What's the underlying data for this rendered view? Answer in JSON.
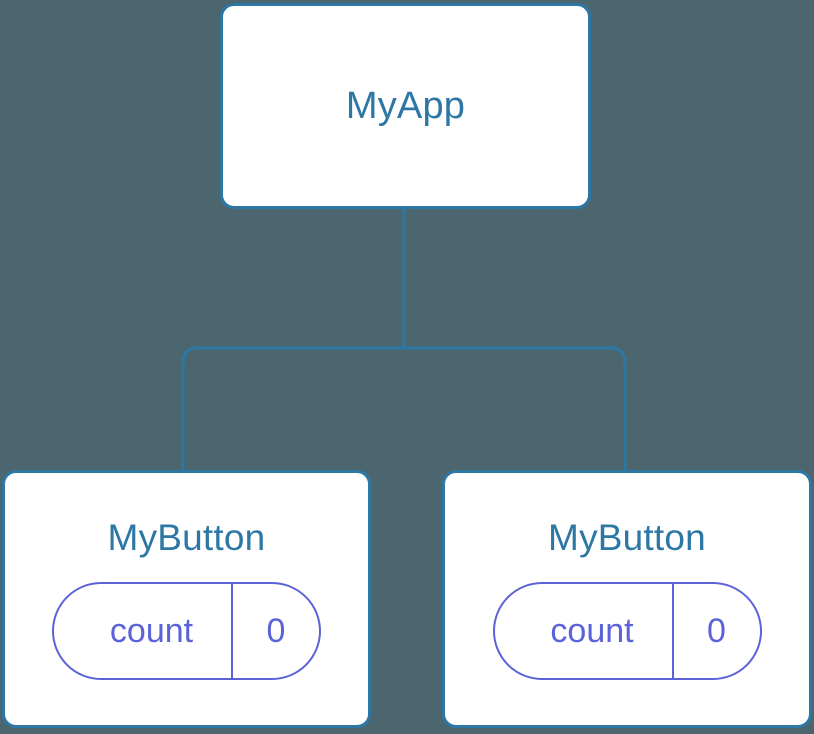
{
  "diagram": {
    "type": "component-tree",
    "background_color": "#4c6670",
    "node_border_color": "#2d77a5",
    "node_fill_color": "#ffffff",
    "title_color": "#2d77a5",
    "state_color": "#5c63d8",
    "connector_color": "#2d77a5"
  },
  "root": {
    "title": "MyApp"
  },
  "children": [
    {
      "title": "MyButton",
      "state": {
        "key": "count",
        "value": "0"
      }
    },
    {
      "title": "MyButton",
      "state": {
        "key": "count",
        "value": "0"
      }
    }
  ]
}
